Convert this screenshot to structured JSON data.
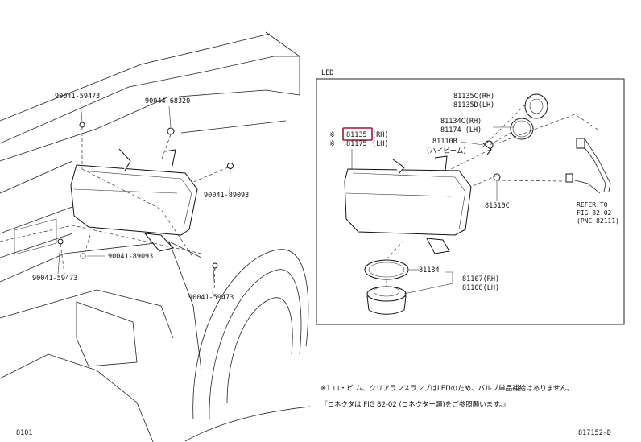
{
  "section": {
    "title": "LED"
  },
  "parts": {
    "p1_left": "90041-59473",
    "p2_left": "90044-68320",
    "p3_left": "90041-89093",
    "p4_left": "90041-89093",
    "p5_left": "90041-59473",
    "p6_left": "90041-59473",
    "bulb_holder_rh": "81135C(RH)",
    "bulb_holder_lh": "81135D(LH)",
    "gasket_rh": "81134C(RH)",
    "gasket_lh": "81174 (LH)",
    "hibeam_bulb": "81110B",
    "hibeam_note": "(ハイビーム)",
    "lamp_rh": "81135",
    "lamp_rh_side": "(RH)",
    "lamp_lh": "81175",
    "lamp_lh_side": "(LH)",
    "mark1": "※",
    "mark2": "※",
    "clearance_bulb": "81510C",
    "seal": "81134",
    "cover_rh": "81107(RH)",
    "cover_lh": "81108(LH)"
  },
  "refer": {
    "line1": "REFER TO",
    "line2": "FIG 82-02",
    "line3": "(PNC 82111)"
  },
  "notes": {
    "line1": "※1 ロ・ビ ム、クリアランスランプはLEDのため、バルブ単品補給はありません。",
    "line2": "『コネクタは FIG 82-02 (コネクター類)をご参照願います。』"
  },
  "footer": {
    "left": "8101",
    "right": "817152-D"
  }
}
